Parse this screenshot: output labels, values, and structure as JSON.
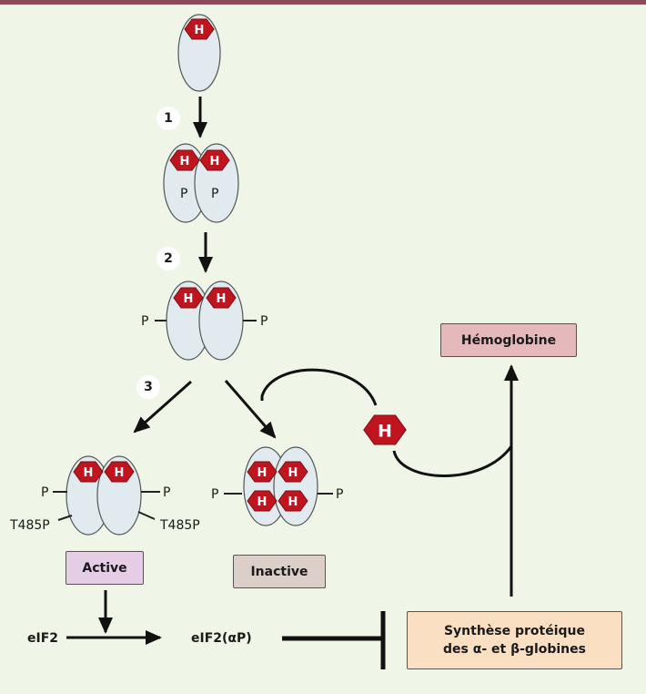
{
  "diagram": {
    "steps": [
      "1",
      "2",
      "3"
    ],
    "heme_label": "H",
    "phospho_label": "P",
    "t485_label": "T485P",
    "boxes": {
      "active": "Active",
      "inactive": "Inactive",
      "hemoglobine": "Hémoglobine",
      "synthese_line1": "Synthèse protéique",
      "synthese_line2": "des α- et β-globines"
    },
    "eif2": "eIF2",
    "eif2_p": "eIF2(αP)",
    "colors": {
      "background": "#eff5e7",
      "top_bar": "#8e4a5a",
      "heme": "#c0141e",
      "protein_fill": "#e1eaee",
      "active_box": "#e6cde6",
      "inactive_box": "#dccfca",
      "hemoglobine_box": "#e5b9bb",
      "synthese_box": "#fbdfc2"
    }
  }
}
